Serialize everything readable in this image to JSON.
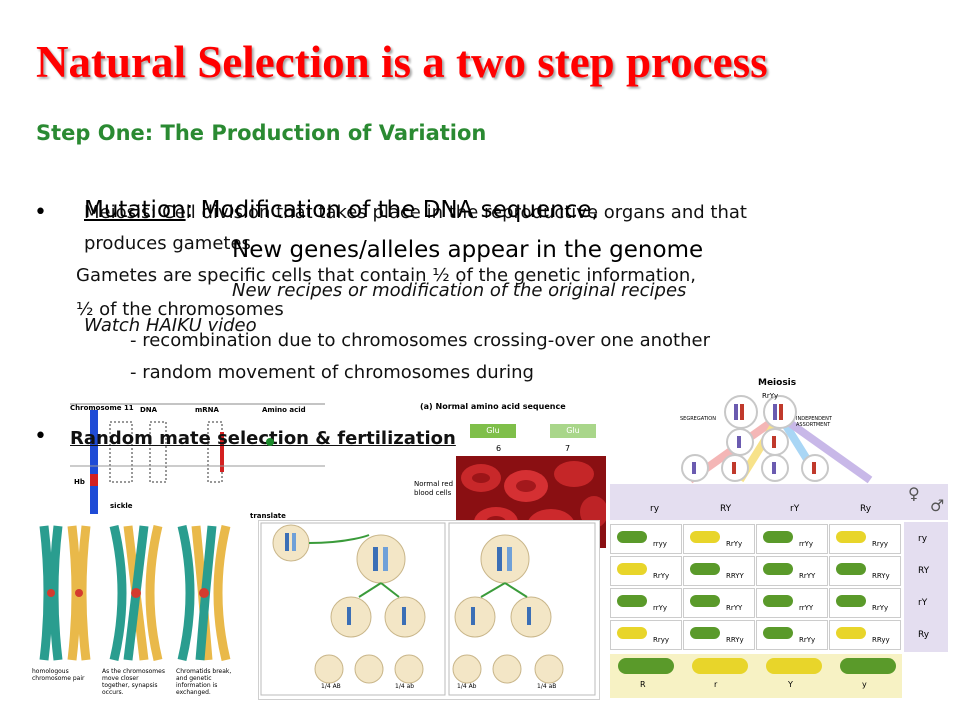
{
  "slide": {
    "title": "Natural Selection is a two step process",
    "subtitle": "Step One: The Production of Variation",
    "bullet_char": "•",
    "meiosis_label": "Meiosis",
    "meiosis_text": ": Cell division that takes place in the reproductive organs and that",
    "meiosis_text_2": "produces gametes",
    "mutation_label": "Mutation",
    "mutation_text": ": Modification of the DNA sequence,",
    "new_genes": "New genes/alleles appear in the genome",
    "gametes_text": "Gametes are specific cells that contain ½ of the genetic information,",
    "gametes_text_2": "½ of the chromosomes",
    "recipes_text": "New recipes or modification of the original recipes",
    "haiku_text": "Watch HAIKU video",
    "recombination_text": "- recombination due to chromosomes crossing-over one another",
    "random_movement_text": "- random movement of chromosomes during",
    "random_mate_text": "Random mate selection & fertilization"
  },
  "figures": {
    "sickle": {
      "chromosome_label": "Chromosome 11",
      "dna_label": "DNA",
      "mrna_label": "mRNA",
      "amino_label": "Amino acid",
      "hbs_label": "Hb",
      "sickle_label": "sickle",
      "translate_label": "translate"
    },
    "blood": {
      "heading": "(a) Normal amino acid sequence",
      "glu1": "Glu",
      "glu2": "Glu",
      "n6": "6",
      "n7": "7",
      "caption": "Normal red blood cells"
    },
    "crossover": {
      "caption1": "homologous chromosome pair",
      "caption2": "As the chromosomes move closer together, synapsis occurs.",
      "caption3": "Chromatids break, and genetic information is exchanged."
    },
    "meiosis_cells": {
      "b1": "1/4 AB",
      "b2": "1/4 ab",
      "b3": "1/4 Ab",
      "b4": "1/4 aB"
    },
    "punnett": {
      "title": "Meiosis",
      "parent": "RrYy",
      "segregation": "SEGREGATION",
      "assortment": "INDEPENDENT ASSORTMENT",
      "female_symbol": "♀",
      "male_symbol": "♂",
      "col_headers": [
        "ry",
        "RY",
        "rY",
        "Ry"
      ],
      "row_headers": [
        "ry",
        "RY",
        "rY",
        "Ry"
      ],
      "cells": [
        [
          "rryy",
          "RrYy",
          "rrYy",
          "Rryy"
        ],
        [
          "RrYy",
          "RRYY",
          "RrYY",
          "RRYy"
        ],
        [
          "rrYy",
          "RrYY",
          "rrYY",
          "RrYy"
        ],
        [
          "Rryy",
          "RRYy",
          "RrYy",
          "RRyy"
        ]
      ],
      "footer": [
        "R",
        "r",
        "Y",
        "y"
      ],
      "colors": {
        "yellow_pea": "#e8d52a",
        "green_pea": "#5a9a2a",
        "header_bg": "#e4def0",
        "footer_bg": "#f7f2c4"
      }
    }
  }
}
